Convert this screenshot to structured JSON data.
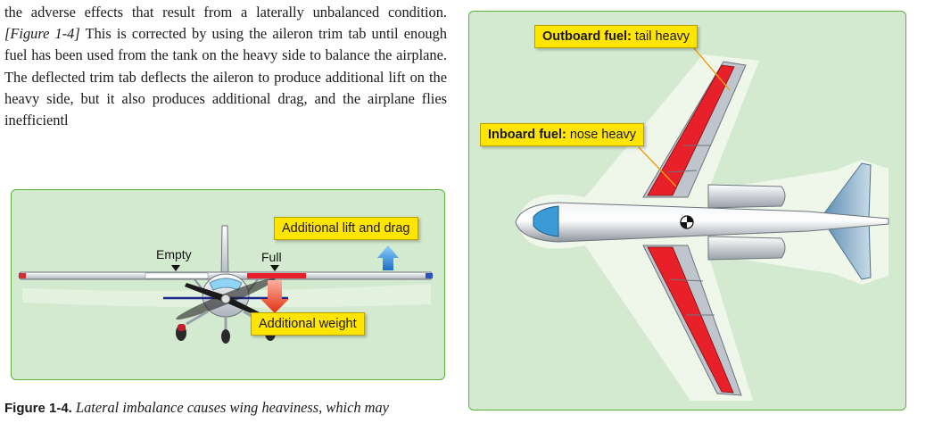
{
  "body": {
    "text_before": "the adverse effects that result from a laterally unbalanced condition. ",
    "figure_ref": "[Figure 1-4]",
    "text_after": " This is corrected by using the aileron trim tab until enough fuel has been used from the tank on the heavy side to balance the airplane. The deflected trim tab deflects the aileron to produce additional lift on the heavy side, but it also produces additional drag, and the airplane flies inefficientl"
  },
  "figure_1_4": {
    "label_lift_drag": "Additional lift and drag",
    "label_weight": "Additional weight",
    "tank_empty": "Empty",
    "tank_full": "Full"
  },
  "figure_right": {
    "outboard_bold": "Outboard fuel:",
    "outboard_text": " tail heavy",
    "inboard_bold": "Inboard fuel:",
    "inboard_text": " nose heavy"
  },
  "caption": {
    "number": "Figure 1-4.",
    "text": " Lateral imbalance causes wing heaviness, which may"
  },
  "colors": {
    "panel_bg": "#d4ead0",
    "panel_border": "#5bb13a",
    "label_bg": "#ffe500",
    "fuel_red": "#e8202a"
  }
}
